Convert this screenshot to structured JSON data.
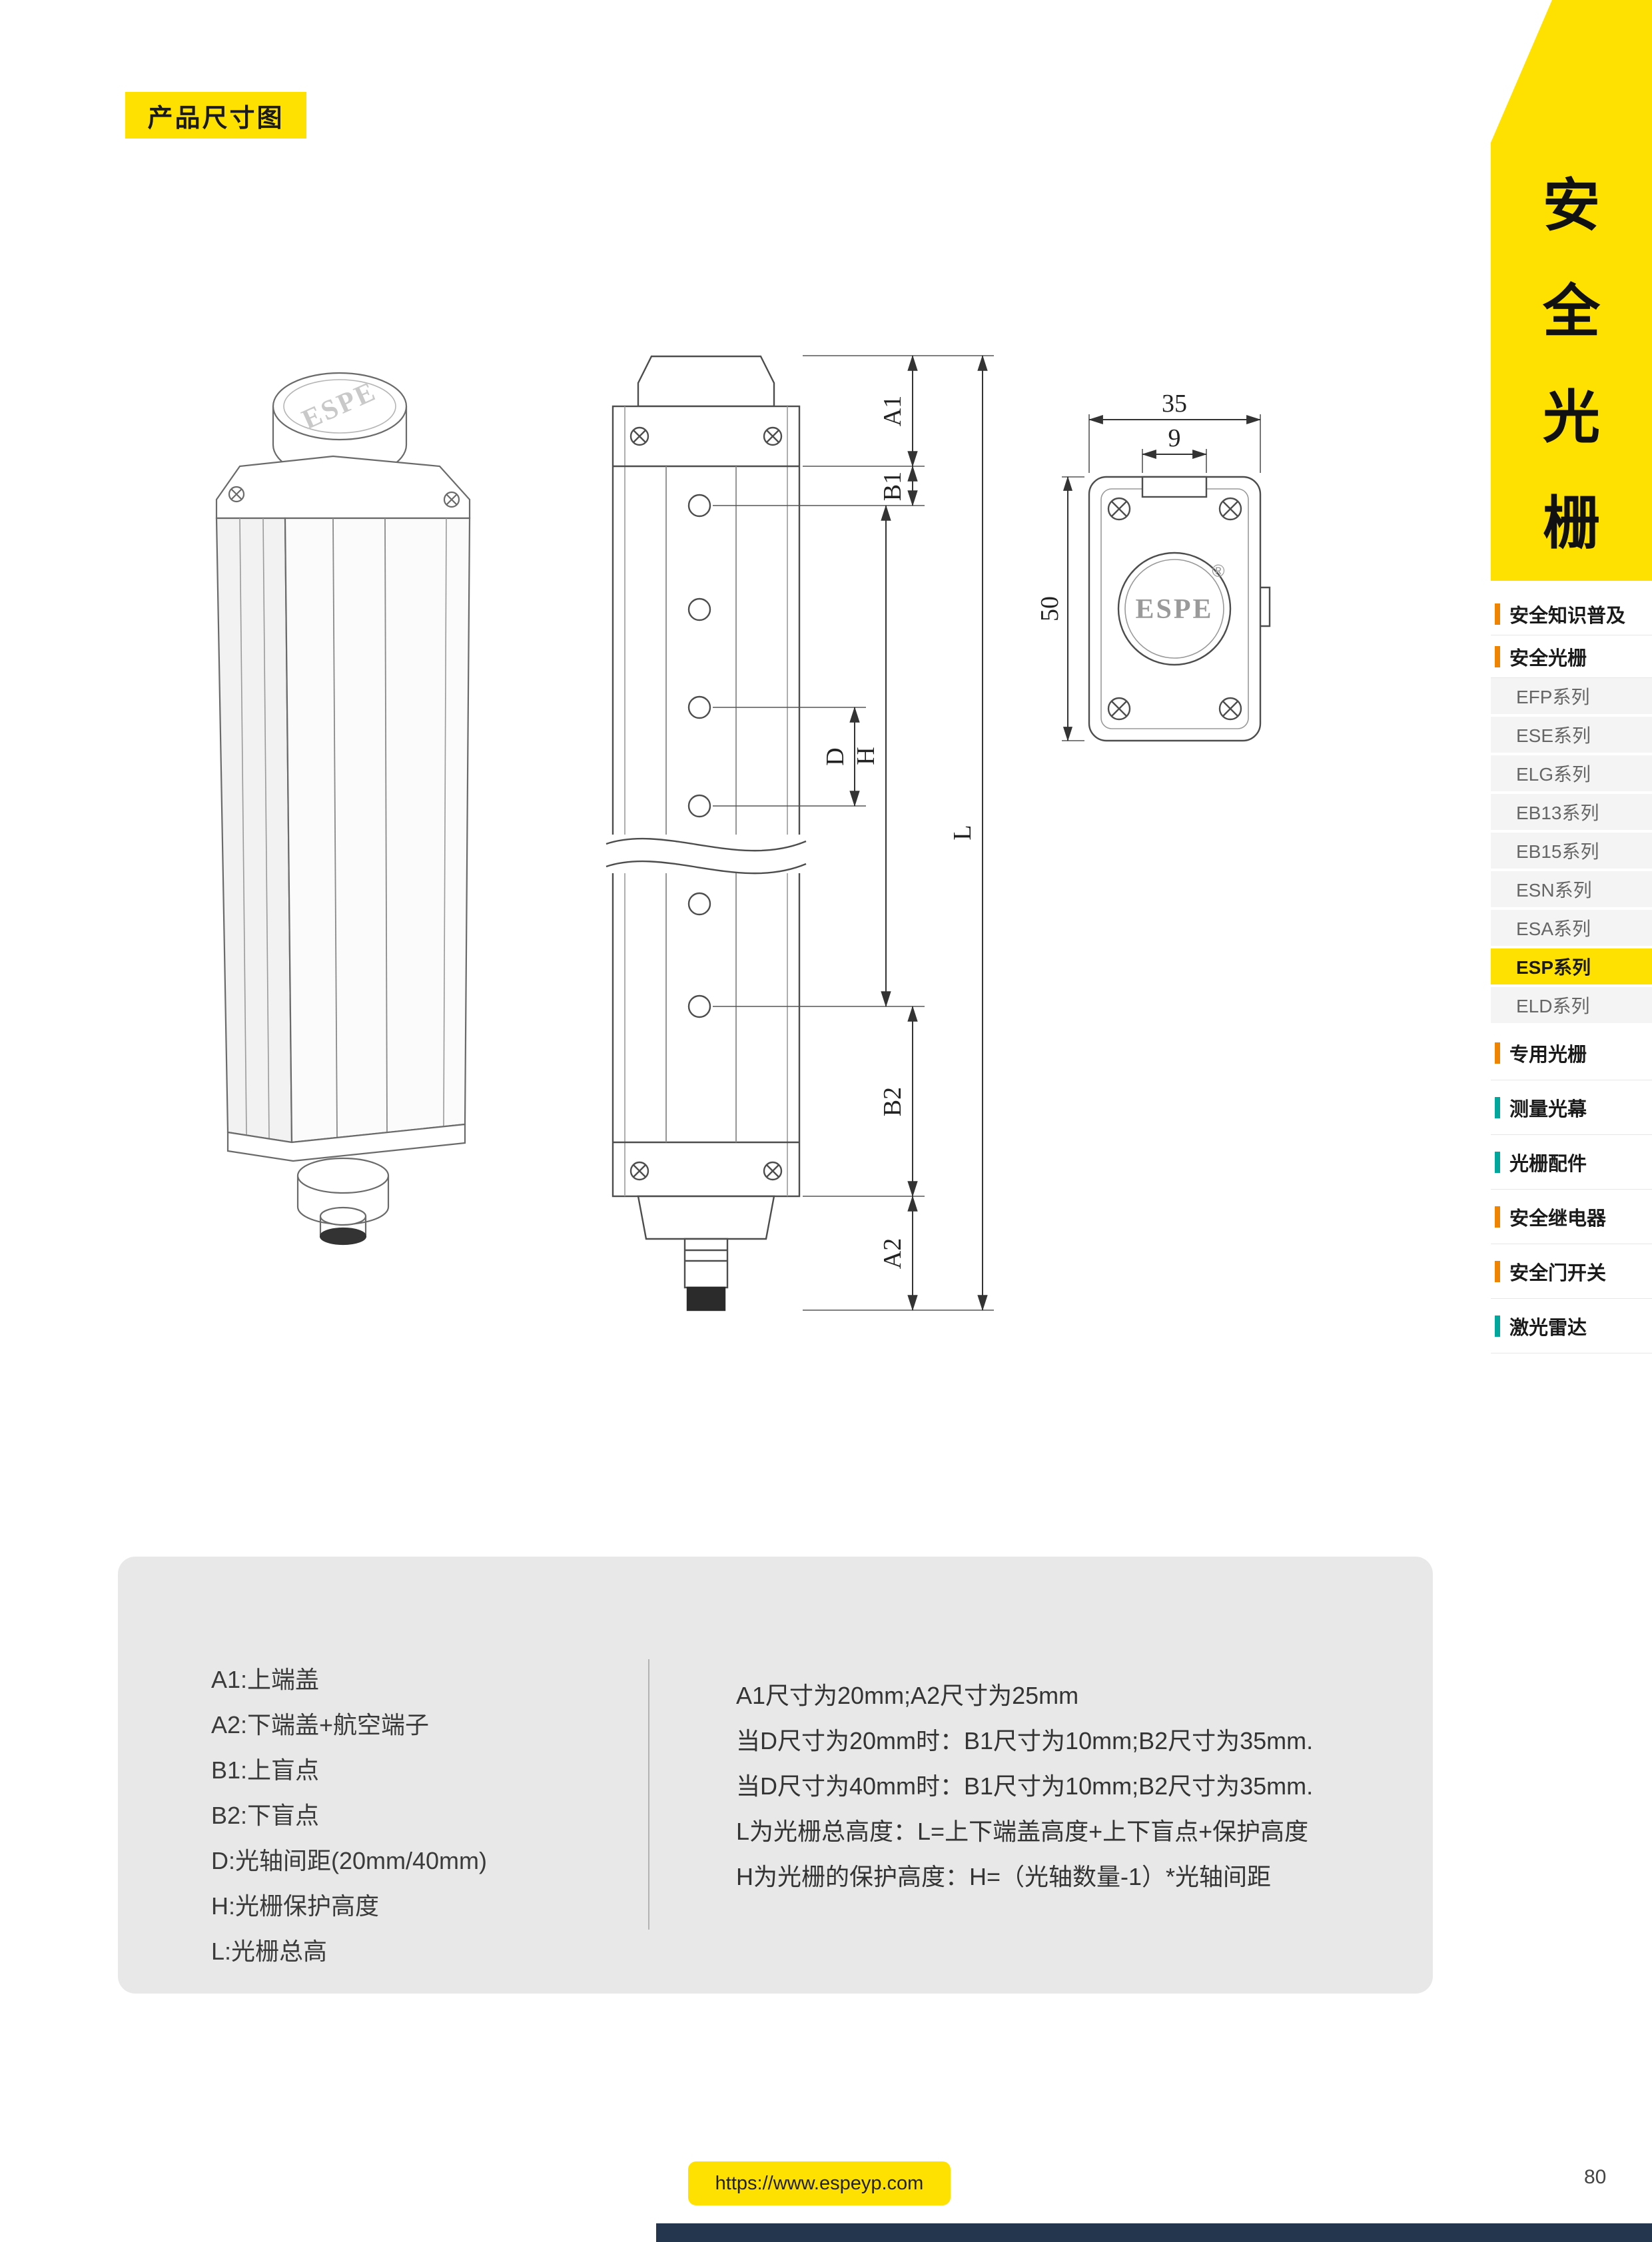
{
  "page": {
    "badge": "产品尺寸图",
    "page_number": "80",
    "footer_url": "https://www.espeyp.com"
  },
  "banner": {
    "chars": [
      "安",
      "全",
      "光",
      "栅"
    ]
  },
  "sidebar": {
    "items": [
      {
        "label": "安全知识普及",
        "type": "category",
        "accent": "orange",
        "active": false
      },
      {
        "label": "安全光栅",
        "type": "category",
        "accent": "orange",
        "active": false
      },
      {
        "label": "EFP系列",
        "type": "series",
        "active": false
      },
      {
        "label": "ESE系列",
        "type": "series",
        "active": false
      },
      {
        "label": "ELG系列",
        "type": "series",
        "active": false
      },
      {
        "label": "EB13系列",
        "type": "series",
        "active": false
      },
      {
        "label": "EB15系列",
        "type": "series",
        "active": false
      },
      {
        "label": "ESN系列",
        "type": "series",
        "active": false
      },
      {
        "label": "ESA系列",
        "type": "series",
        "active": false
      },
      {
        "label": "ESP系列",
        "type": "series",
        "active": true
      },
      {
        "label": "ELD系列",
        "type": "series",
        "active": false
      },
      {
        "label": "专用光栅",
        "type": "category",
        "accent": "orange",
        "active": false
      },
      {
        "label": "测量光幕",
        "type": "category",
        "accent": "teal",
        "active": false
      },
      {
        "label": "光栅配件",
        "type": "category",
        "accent": "teal",
        "active": false
      },
      {
        "label": "安全继电器",
        "type": "category",
        "accent": "orange",
        "active": false
      },
      {
        "label": "安全门开关",
        "type": "category",
        "accent": "orange",
        "active": false
      },
      {
        "label": "激光雷达",
        "type": "category",
        "accent": "teal",
        "active": false
      }
    ]
  },
  "diagram": {
    "front": {
      "a1": "A1",
      "b1": "B1",
      "d": "D",
      "h": "H",
      "b2": "B2",
      "a2": "A2",
      "l": "L"
    },
    "section": {
      "width": "35",
      "slot": "9",
      "height": "50",
      "logo": "ESPE",
      "registered": "®"
    },
    "perspective": {
      "logo": "ESPE"
    }
  },
  "legend": {
    "left": [
      "A1:上端盖",
      "A2:下端盖+航空端子",
      "B1:上盲点",
      "B2:下盲点",
      "D:光轴间距(20mm/40mm)",
      "H:光栅保护高度",
      "L:光栅总高"
    ],
    "right": [
      "A1尺寸为20mm;A2尺寸为25mm",
      "当D尺寸为20mm时：B1尺寸为10mm;B2尺寸为35mm.",
      "当D尺寸为40mm时：B1尺寸为10mm;B2尺寸为35mm.",
      "L为光栅总高度：L=上下端盖高度+上下盲点+保护高度",
      "H为光栅的保护高度：H=（光轴数量-1）*光轴间距"
    ]
  },
  "colors": {
    "yellow": "#FFE100",
    "accent_orange": "#F08300",
    "accent_teal": "#00A79D",
    "dark_bar": "#23364E"
  }
}
